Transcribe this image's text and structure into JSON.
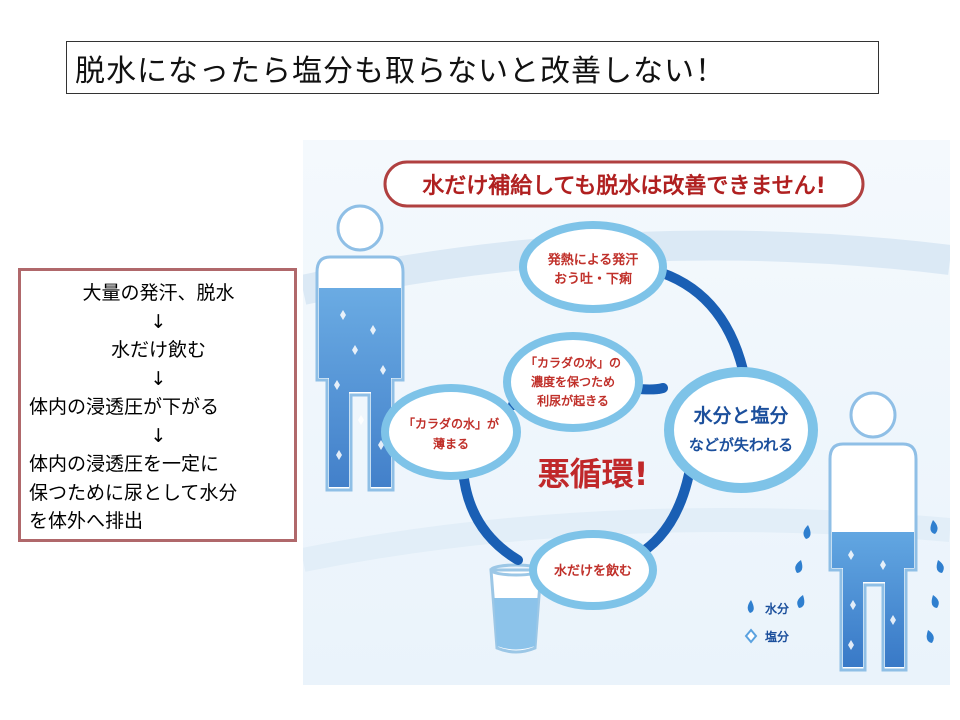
{
  "slide": {
    "title": "脱水になったら塩分も取らないと改善しない！"
  },
  "side_box": {
    "lines": [
      {
        "text": "大量の発汗、脱水",
        "align": "center"
      },
      {
        "text": "↓",
        "align": "center"
      },
      {
        "text": "水だけ飲む",
        "align": "center"
      },
      {
        "text": "↓",
        "align": "center"
      },
      {
        "text": "体内の浸透圧が下がる",
        "align": "left"
      },
      {
        "text": "↓",
        "align": "center"
      },
      {
        "text": "体内の浸透圧を一定に",
        "align": "left"
      },
      {
        "text": "保つために尿として水分",
        "align": "left"
      },
      {
        "text": "を体外へ排出",
        "align": "left"
      }
    ]
  },
  "figure": {
    "banner": "水だけ補給しても脱水は改善できません!",
    "cycle_center": "悪循環!",
    "node_top": [
      "発熱による発汗",
      "おう吐・下痢"
    ],
    "node_right": [
      "水分と塩分",
      "などが失われる"
    ],
    "node_bottom": [
      "水だけを飲む"
    ],
    "node_left": [
      "「カラダの水」が",
      "薄まる"
    ],
    "node_center": [
      "「カラダの水」の",
      "濃度を保つため",
      "利尿が起きる"
    ],
    "legend": {
      "water": "水分",
      "salt": "塩分"
    },
    "colors": {
      "banner_border": "#b04040",
      "banner_text": "#b02020",
      "node_ring": "#7ec3e8",
      "node_text": "#c0302a",
      "arrow": "#1a5fb4",
      "body_water": "#2f7fcf",
      "center_text": "#c0282a",
      "right_text": "#1b4f9c"
    }
  }
}
